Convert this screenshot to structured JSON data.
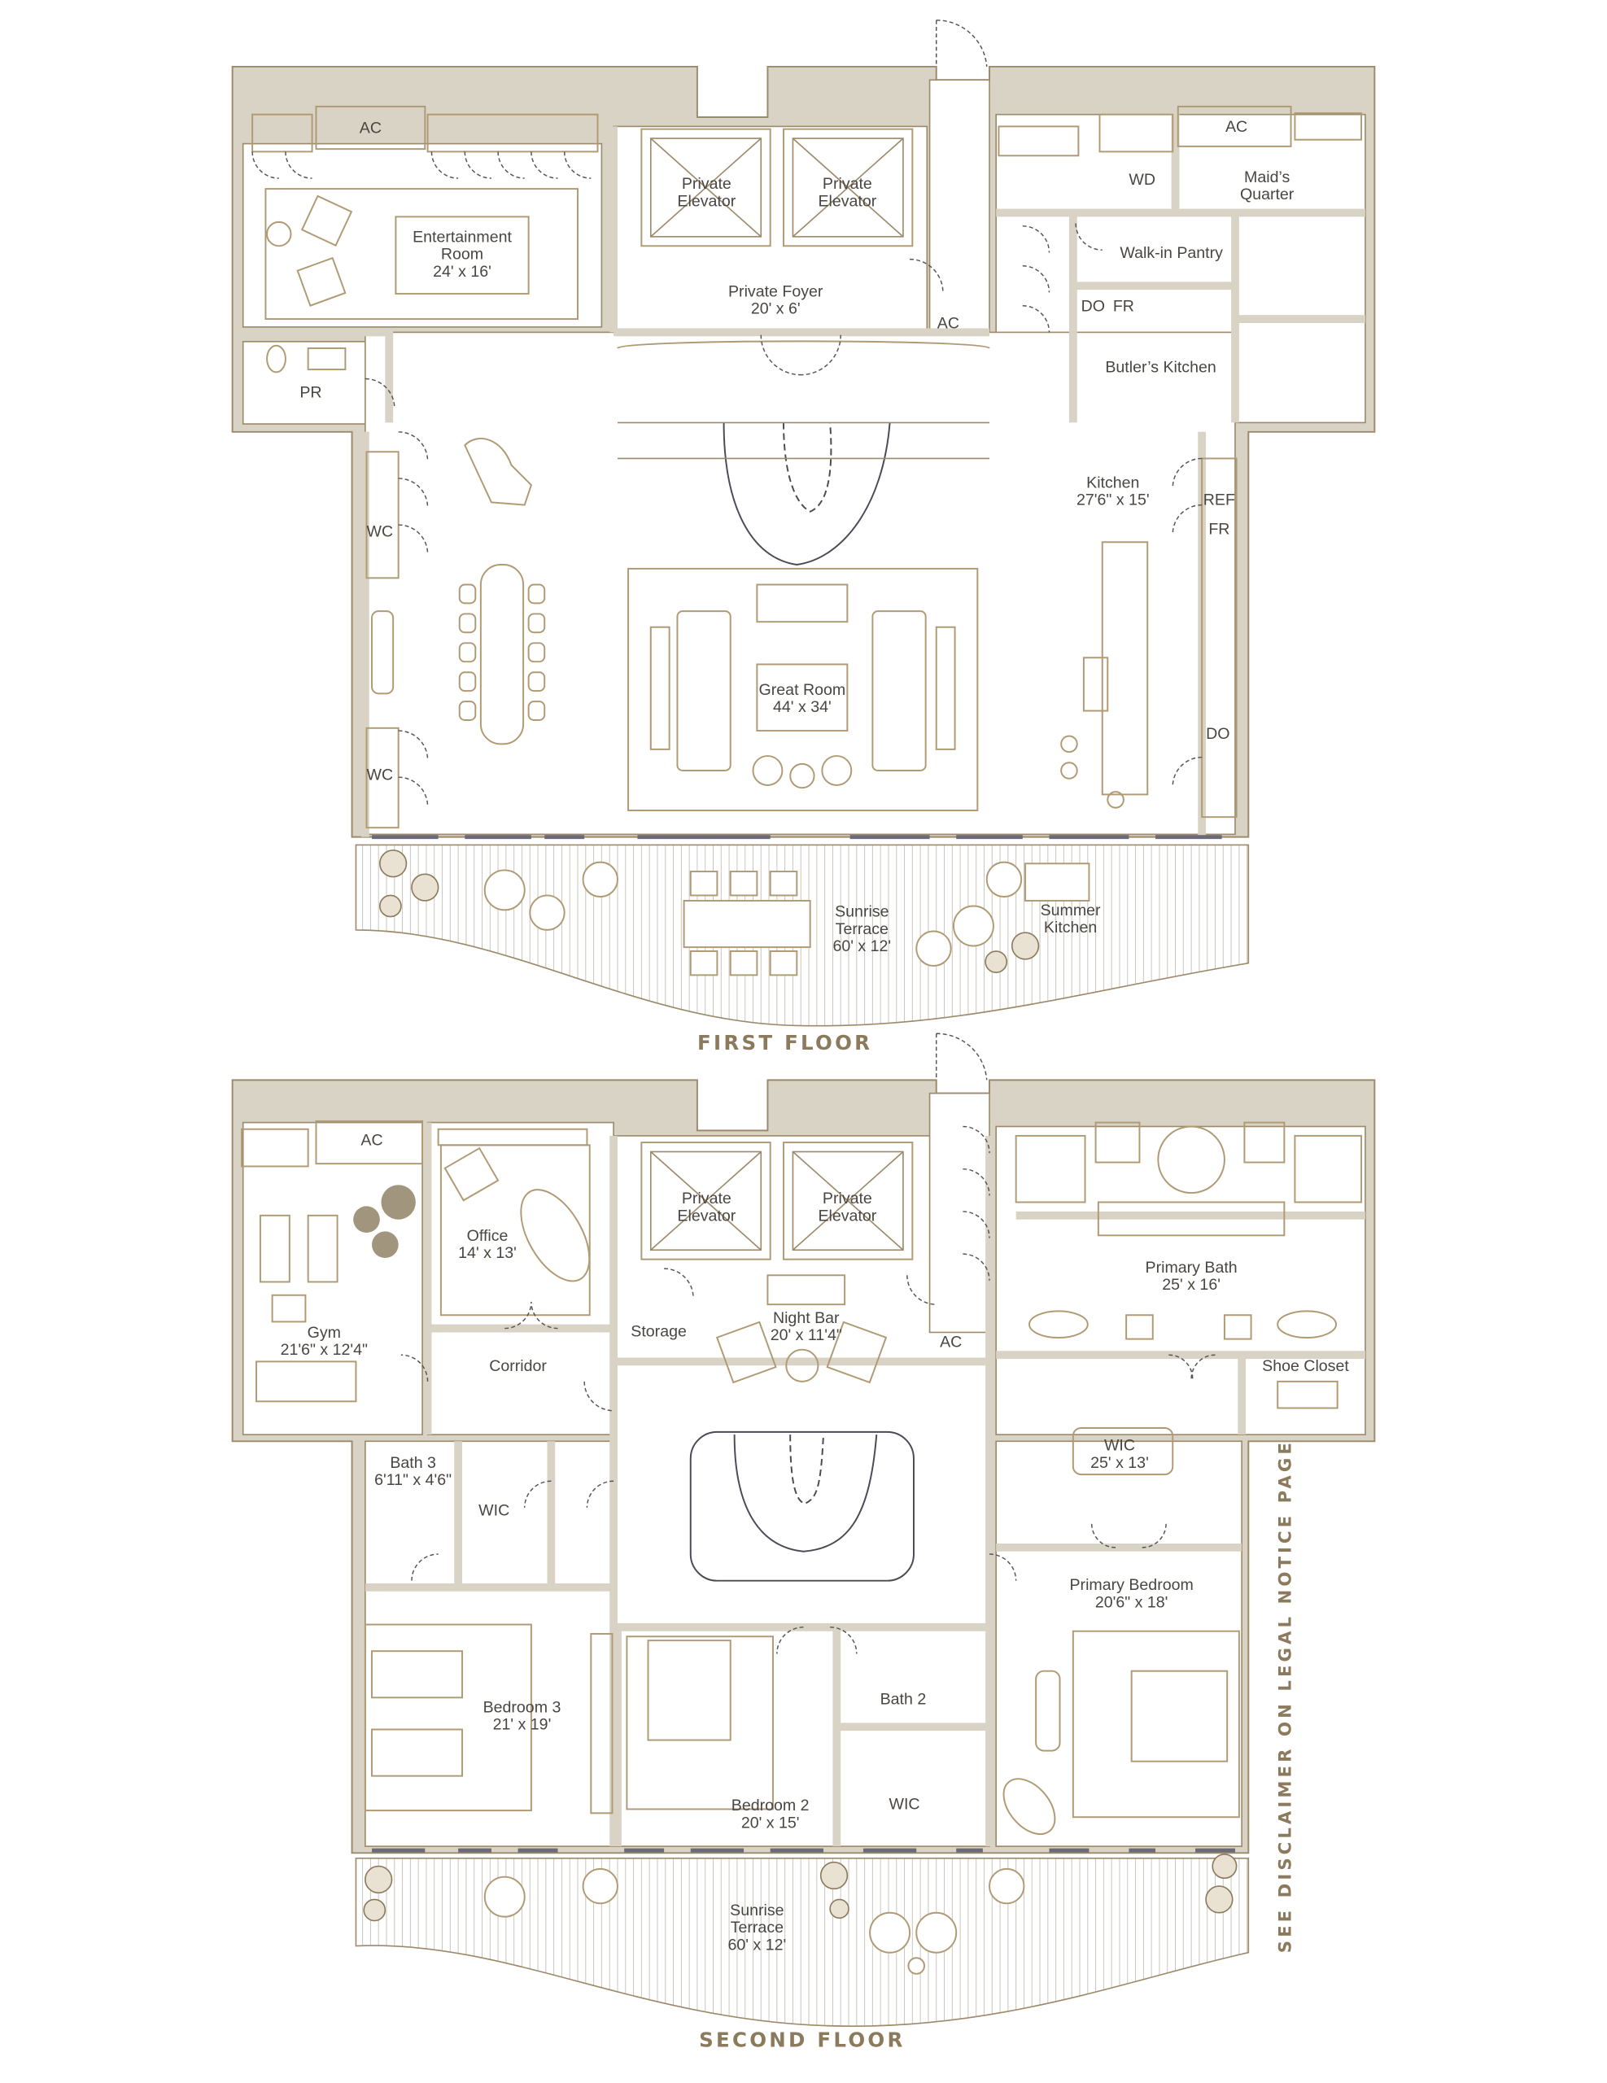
{
  "first_floor": {
    "title": "FIRST FLOOR",
    "rooms": {
      "ac_left": {
        "lines": [
          "AC"
        ]
      },
      "elevator_1": {
        "lines": [
          "Private",
          "Elevator"
        ]
      },
      "elevator_2": {
        "lines": [
          "Private",
          "Elevator"
        ]
      },
      "entertainment_room": {
        "lines": [
          "Entertainment",
          "Room",
          "24' x 16'"
        ]
      },
      "private_foyer": {
        "lines": [
          "Private Foyer",
          "20' x 6'"
        ]
      },
      "ac_foyer": {
        "lines": [
          "AC"
        ]
      },
      "ac_right": {
        "lines": [
          "AC"
        ]
      },
      "wd": {
        "lines": [
          "WD"
        ]
      },
      "maids_quarter": {
        "lines": [
          "Maid’s",
          "Quarter"
        ]
      },
      "walk_in_pantry": {
        "lines": [
          "Walk-in Pantry"
        ]
      },
      "do_butler": {
        "lines": [
          "DO"
        ]
      },
      "fr_butler": {
        "lines": [
          "FR"
        ]
      },
      "butlers_kitchen": {
        "lines": [
          "Butler’s Kitchen"
        ]
      },
      "pr": {
        "lines": [
          "PR"
        ]
      },
      "kitchen": {
        "lines": [
          "Kitchen",
          "27'6\" x 15'"
        ]
      },
      "ref": {
        "lines": [
          "REF"
        ]
      },
      "fr_kitchen": {
        "lines": [
          "FR"
        ]
      },
      "wc_1": {
        "lines": [
          "WC"
        ]
      },
      "wc_2": {
        "lines": [
          "WC"
        ]
      },
      "great_room": {
        "lines": [
          "Great Room",
          "44' x 34'"
        ]
      },
      "do_kitchen": {
        "lines": [
          "DO"
        ]
      },
      "sunrise_terrace": {
        "lines": [
          "Sunrise",
          "Terrace",
          "60' x 12'"
        ]
      },
      "summer_kitchen": {
        "lines": [
          "Summer",
          "Kitchen"
        ]
      }
    }
  },
  "second_floor": {
    "title": "SECOND FLOOR",
    "rooms": {
      "ac_left": {
        "lines": [
          "AC"
        ]
      },
      "office": {
        "lines": [
          "Office",
          "14' x 13'"
        ]
      },
      "elevator_1": {
        "lines": [
          "Private",
          "Elevator"
        ]
      },
      "elevator_2": {
        "lines": [
          "Private",
          "Elevator"
        ]
      },
      "primary_bath": {
        "lines": [
          "Primary Bath",
          "25' x 16'"
        ]
      },
      "gym": {
        "lines": [
          "Gym",
          "21'6\" x 12'4\""
        ]
      },
      "night_bar": {
        "lines": [
          "Night Bar",
          "20' x 11'4\""
        ]
      },
      "storage": {
        "lines": [
          "Storage"
        ]
      },
      "ac_mid": {
        "lines": [
          "AC"
        ]
      },
      "corridor": {
        "lines": [
          "Corridor"
        ]
      },
      "shoe_closet": {
        "lines": [
          "Shoe Closet"
        ]
      },
      "primary_wic": {
        "lines": [
          "WIC",
          "25' x 13'"
        ]
      },
      "bath_3": {
        "lines": [
          "Bath 3",
          "6'11\" x 4'6\""
        ]
      },
      "wic_bed3": {
        "lines": [
          "WIC"
        ]
      },
      "primary_bedroom": {
        "lines": [
          "Primary Bedroom",
          "20'6\" x 18'"
        ]
      },
      "bedroom_3": {
        "lines": [
          "Bedroom 3",
          "21' x 19'"
        ]
      },
      "bath_2": {
        "lines": [
          "Bath 2"
        ]
      },
      "bedroom_2": {
        "lines": [
          "Bedroom 2",
          "20' x 15'"
        ]
      },
      "wic_bed2": {
        "lines": [
          "WIC"
        ]
      },
      "sunrise_terrace": {
        "lines": [
          "Sunrise",
          "Terrace",
          "60' x 12'"
        ]
      }
    }
  },
  "disclaimer": "SEE DISCLAIMER ON LEGAL NOTICE PAGE",
  "colors": {
    "wall": "#d9d3c6",
    "accent": "#8b7a5c",
    "line": "#9c8a6a"
  }
}
